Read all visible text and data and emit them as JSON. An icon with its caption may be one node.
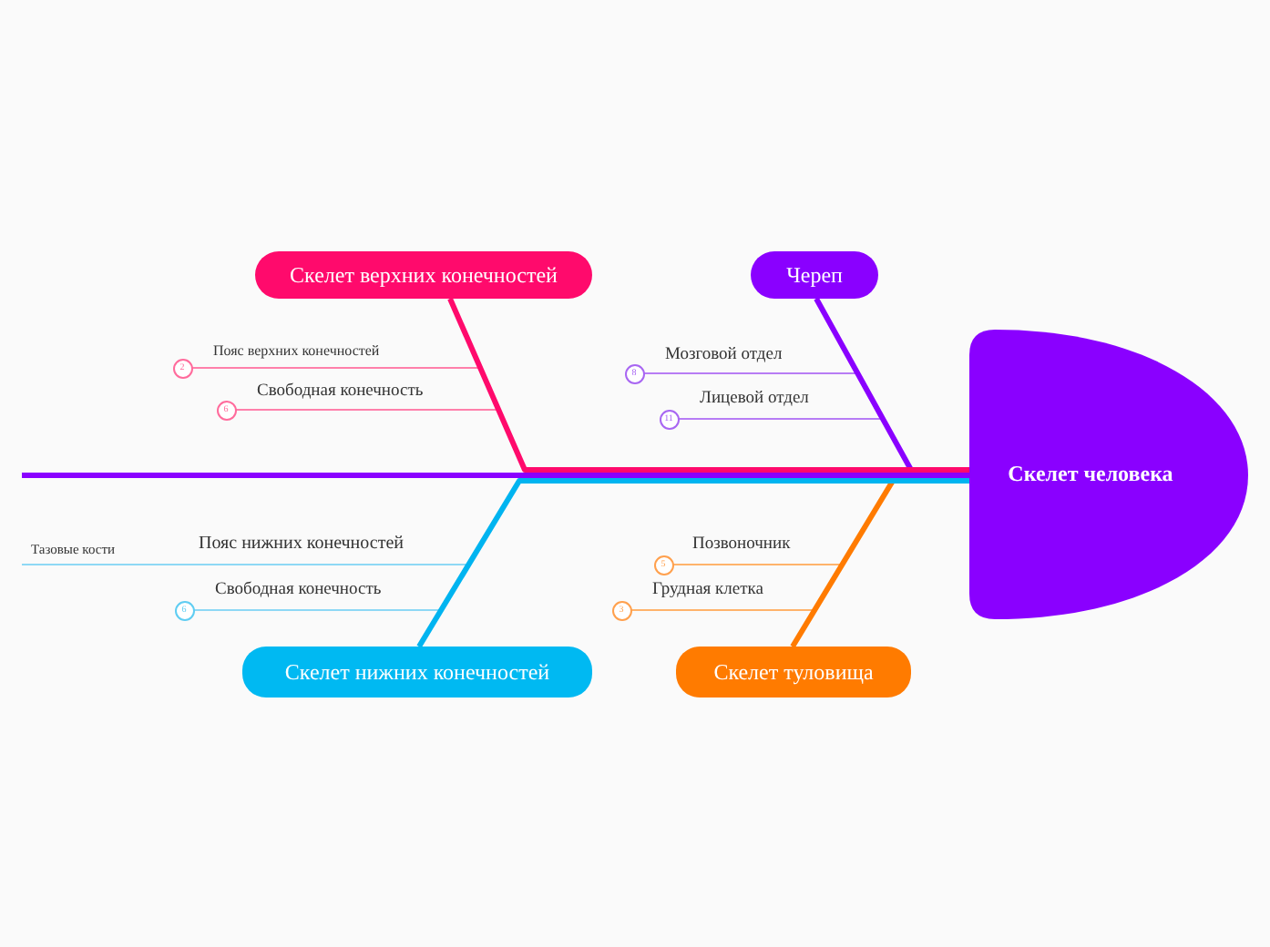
{
  "diagram": {
    "nodes": [
      {
        "text": [
          "Скелет человека"
        ]
      },
      {
        "text": [
          "Скелет верхних конечностей"
        ]
      },
      {
        "text": [
          "Череп"
        ]
      },
      {
        "text": [
          "Скелет нижних конечностей"
        ]
      },
      {
        "text": [
          "Скелет туловища"
        ]
      },
      {
        "text": [
          "Пояс верхних конечностей"
        ]
      },
      {
        "text": [
          "Свободная конечность"
        ]
      },
      {
        "text": [
          "Мозговой отдел"
        ]
      },
      {
        "text": [
          "Лицевой отдел"
        ]
      },
      {
        "text": [
          "Тазовые кости"
        ]
      },
      {
        "text": [
          "Пояс нижних конечностей"
        ]
      },
      {
        "text": [
          "Свободная конечность"
        ]
      },
      {
        "text": [
          "Позвоночник"
        ]
      },
      {
        "text": [
          "Грудная клетка"
        ]
      }
    ],
    "edges": [
      {
        "from": 0,
        "to": null,
        "arrow": "none",
        "style": "thick",
        "color": "#8a00ff"
      },
      {
        "from": 1,
        "to": 0,
        "arrow": "none",
        "style": "thick",
        "color": "#ff0a6c"
      },
      {
        "from": 2,
        "to": 0,
        "arrow": "none",
        "style": "thick",
        "color": "#8a00ff"
      },
      {
        "from": 3,
        "to": 0,
        "arrow": "none",
        "style": "thick",
        "color": "#00b4f0"
      },
      {
        "from": 4,
        "to": 0,
        "arrow": "none",
        "style": "thick",
        "color": "#ff7b00"
      },
      {
        "from": 5,
        "to": 1,
        "arrow": "none",
        "color": "#ff80ab"
      },
      {
        "from": 6,
        "to": 1,
        "arrow": "none",
        "color": "#ff80ab"
      },
      {
        "from": 7,
        "to": 2,
        "arrow": "none",
        "color": "#b77cf5"
      },
      {
        "from": 8,
        "to": 2,
        "arrow": "none",
        "color": "#b77cf5"
      },
      {
        "from": 9,
        "to": 10,
        "arrow": "none",
        "color": "#8ed8f5"
      },
      {
        "from": 10,
        "to": 3,
        "arrow": "none",
        "color": "#8ed8f5"
      },
      {
        "from": 11,
        "to": 3,
        "arrow": "none",
        "color": "#8ed8f5"
      },
      {
        "from": 12,
        "to": 4,
        "arrow": "none",
        "color": "#ffb36b"
      },
      {
        "from": 13,
        "to": 4,
        "arrow": "none",
        "color": "#ffb36b"
      }
    ],
    "labels": [
      "2",
      "6",
      "8",
      "11",
      "6",
      "5",
      "3"
    ]
  }
}
